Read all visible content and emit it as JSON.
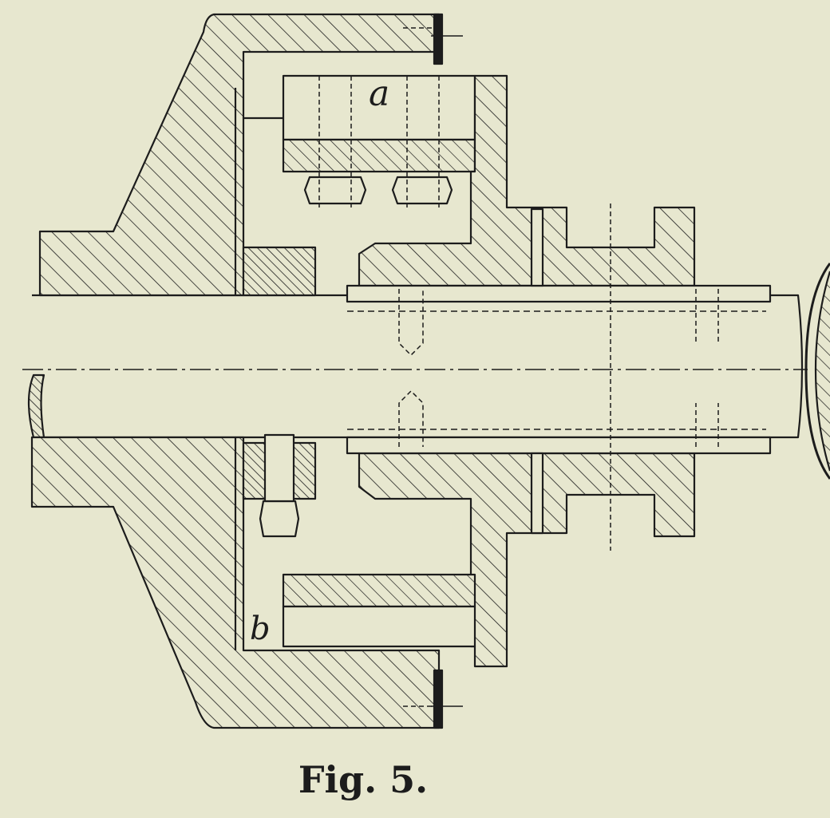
{
  "figure": {
    "caption": "Fig. 5.",
    "labels": {
      "part_a": "a",
      "part_b": "b"
    },
    "colors": {
      "paper": "#e7e7cf",
      "ink": "#1c1c1c"
    }
  }
}
